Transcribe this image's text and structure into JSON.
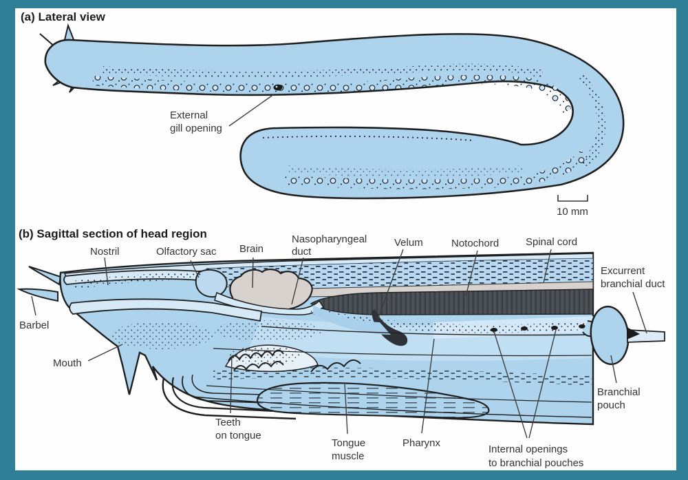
{
  "panel_a": {
    "title": "(a) Lateral view",
    "labels": {
      "external_gill_opening": [
        "External",
        "gill opening"
      ]
    },
    "scale_bar": "10 mm"
  },
  "panel_b": {
    "title": "(b) Sagittal section of head region",
    "labels": {
      "nostril": "Nostril",
      "olfactory_sac": "Olfactory sac",
      "brain": "Brain",
      "nasopharyngeal_duct": [
        "Nasopharyngeal",
        "duct"
      ],
      "velum": "Velum",
      "notochord": "Notochord",
      "spinal_cord": "Spinal cord",
      "excurrent_branchial_duct": [
        "Excurrent",
        "branchial duct"
      ],
      "barbel": "Barbel",
      "mouth": "Mouth",
      "teeth_on_tongue": [
        "Teeth",
        "on tongue"
      ],
      "tongue_muscle": [
        "Tongue",
        "muscle"
      ],
      "pharynx": "Pharynx",
      "internal_openings": [
        "Internal openings",
        "to branchial pouches"
      ],
      "branchial_pouch": [
        "Branchial",
        "pouch"
      ]
    }
  },
  "colors": {
    "frame_teal": "#2f7f96",
    "canvas_white": "#fefefe",
    "body_blue": "#aed4ed",
    "light_blue": "#d6e9f7",
    "notochord_gray": "#494d54",
    "organ_gray": "#d7d2cd",
    "ink": "#1f1f1f",
    "label_text": "#333333"
  }
}
